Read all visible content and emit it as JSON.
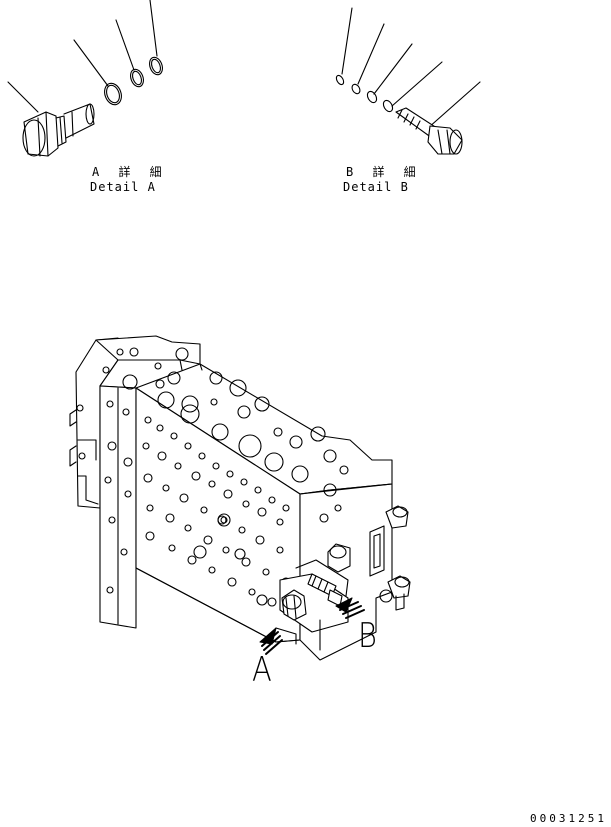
{
  "detail_a": {
    "jp": "A 詳 細",
    "en": "Detail A"
  },
  "detail_b": {
    "jp": "B 詳 細",
    "en": "Detail B"
  },
  "callouts": {
    "a": "A",
    "b": "B"
  },
  "drawing_code": "00031251"
}
